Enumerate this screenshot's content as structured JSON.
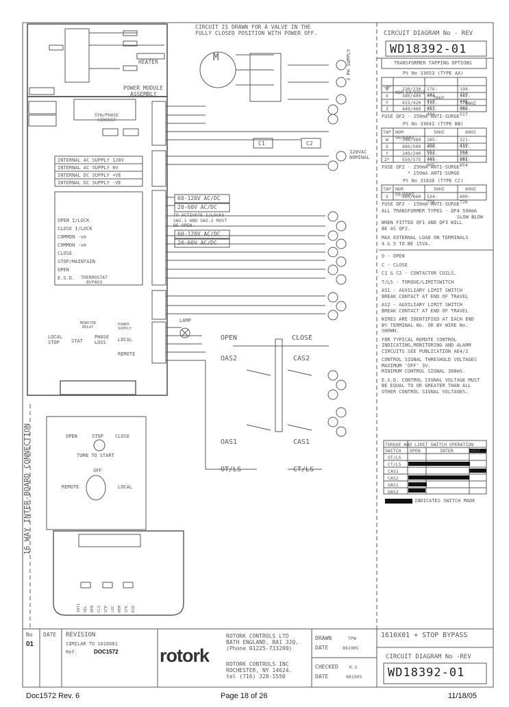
{
  "diagram": {
    "header_note": [
      "CIRCUIT IS DRAWN FOR A VALVE IN THE",
      "FULLY CLOSED POSITION WITH POWER OFF."
    ],
    "circuit_diagram_label": "CIRCUIT DIAGRAM No - REV",
    "diagram_number": "WD18392-01",
    "tapping_title": "TRANSFORMER TAPPING OPTIONS",
    "tables": [
      {
        "part": "Pt No 33653 (TYPE AA)",
        "headers": [
          "TAP",
          "NOM 50/60HZ",
          "50HZ",
          "60HZ"
        ],
        "rows": [
          [
            "W",
            "220/230",
            "176-242",
            "198-259"
          ],
          [
            "X",
            "380/400",
            "304-418",
            "342-446"
          ],
          [
            "Y",
            "415/420",
            "332-457",
            "374-487"
          ],
          [
            "Z",
            "440/460",
            "352-484",
            "396-517"
          ]
        ],
        "fuse": "FUSE QF2 - 250mA ANTI-SURGE"
      },
      {
        "part": "Pt No 33642 (TYPE BB)",
        "headers": [
          "TAP",
          "NOM 50/60HZ",
          "50HZ",
          "60HZ"
        ],
        "rows": [
          [
            "W",
            "346/380",
            "285-388",
            "321-419"
          ],
          [
            "X",
            "480/500",
            "406-552",
            "432-564"
          ],
          [
            "Y",
            "240/240",
            "192-261",
            "216-282"
          ],
          [
            "Z*",
            "550/575",
            "445-605",
            "501-654"
          ]
        ],
        "fuse": "FUSE QF2 - 250mA ANTI-SURGE",
        "fuse2": "* 150mA ANTI-SURGE"
      },
      {
        "part": "Pt No 31836 (TYPE CC)",
        "headers": [
          "TAP",
          "NOM 50/60HZ",
          "50HZ",
          "60HZ"
        ],
        "rows": [
          [
            "X",
            "660/660",
            "534-726",
            "600-726"
          ]
        ],
        "fuse": "FUSE QF2 - 150mA ANTI-SURGE"
      }
    ],
    "notes_top": [
      "ALL TRANSFORMER TYPES - QF4 500mA",
      "SLOW BLOW",
      "WHEN FITTED QF1 AND QF3 WILL",
      "BE AS QF2.",
      "MAX EXTERNAL LOAD ON TERMINALS",
      "4 & 5 TO BE 15VA."
    ],
    "legend_notes": [
      "O - OPEN",
      "C - CLOSE",
      "C1 & C2 - CONTACTOR COILS.",
      "T/LS - TORQUE/LIMITSWITCH",
      "AS1 - AUXILIARY LIMIT SWITCH",
      "BREAK CONTACT AT END OF TRAVEL",
      "AS2 - AUXILIARY LIMIT SWITCH",
      "BREAK CONTACT AT END OF TRAVEL",
      "WIRES ARE IDENTIFIED AT EACH END",
      "BY TERMINAL No. OR BY WIRE No.",
      "SHOWN.",
      "FOR TYPICAL REMOTE CONTROL",
      "INDICATING,MONITORING AND ALARM",
      "CIRCUITS SEE PUBLICATION AE4/2",
      "CONTROL SIGNAL THRESHOLD VOLTAGES",
      "MAXIMUM 'OFF' 3V.",
      "MINIMUM CONTROL SIGNAL 300mS.",
      "E.S.D. CONTROL SIGNAL VOLTAGE MUST",
      "BE EQUAL TO OR GREATER THAN ALL",
      "OTHER CONTROL SIGNAL VOLTAGES."
    ],
    "switch_table": {
      "title": "TORQUE AND LIMIT SWITCH OPERATION",
      "headers": [
        "SWITCH",
        "OPEN",
        "INTER",
        "SHUT"
      ],
      "rows": [
        "OT/LS",
        "CT/LS",
        "CAS1",
        "CAS2",
        "OAS1",
        "OAS2"
      ],
      "legend": "INDICATES SWITCH MADE"
    },
    "supply_labels": [
      "INTERNAL AC SUPPLY 120V",
      "INTERNAL AC SUPPLY 0V",
      "INTERNAL DC SUPPLY +VE",
      "INTERNAL DC SUPPLY -VE"
    ],
    "control_labels": [
      "OPEN I/LOCK",
      "CLOSE I/LOCK",
      "COMMON -ve",
      "COMMON -ve",
      "CLOSE",
      "STOP/MAINTAIN",
      "OPEN",
      "E.S.D."
    ],
    "thermostat": [
      "THERMOSTAT",
      "BYPASS"
    ],
    "voltage_boxes": [
      "60-120V AC/DC",
      "20-60V AC/DC",
      "60-120V AC/DC",
      "20-60V AC/DC"
    ],
    "activate_note": [
      "TO ACTIVATE I/LOCKS",
      "SW2.1 AND SW2.2 MUST",
      "BE OPEN."
    ],
    "nominal": [
      "120VAC",
      "NOMINAL"
    ],
    "supply_3ph": "3 PH SUPPLY",
    "heater": "HEATER",
    "power_module": [
      "POWER MODULE",
      "ASSEMBLY"
    ],
    "syn_phase": [
      "SYN/PHASE",
      "CIRCUIT"
    ],
    "monitor_relay": [
      "MONITOR",
      "RELAY"
    ],
    "power_supply": [
      "POWER",
      "SUPPLY"
    ],
    "local_stop": [
      "LOCAL",
      "STOP"
    ],
    "stat": "STAT",
    "phase_loss": [
      "PHASE",
      "LOSS"
    ],
    "local": "LOCAL",
    "remote": "REMOTE",
    "lamp": "LAMP",
    "open": "OPEN",
    "close": "CLOSE",
    "oas1": "OAS1",
    "oas2": "OAS2",
    "cas1": "CAS1",
    "cas2": "CAS2",
    "otls": "OT/LS",
    "ctls": "CT/LS",
    "c1": "C1",
    "c2": "C2",
    "interboard": "16 WAY INTER-BOARD CONNECTION",
    "selector": {
      "open": "OPEN",
      "stop": "STOP",
      "close": "CLOSE",
      "turn": "TURN TO START",
      "off": "OFF",
      "remote": "REMOTE",
      "local": "LOCAL"
    },
    "bottom_labels": [
      "INT1",
      "SEL",
      "OPN",
      "CLS",
      "STP",
      "LOC",
      "REM",
      "STK",
      "ESD"
    ],
    "motor": "M"
  },
  "title_block": {
    "no_label": "No",
    "date_label": "DATE",
    "revision_label": "REVISION",
    "no": "01",
    "revision": "SIMILAR TO 1610X01",
    "ref_label": "Ref.",
    "ref": "DOC1572",
    "company_uk": [
      "ROTORK CONTROLS LTD",
      "BATH ENGLAND, BA1 3JQ.",
      "(Phone 01225-733200)"
    ],
    "company_us": [
      "ROTORK CONTROLS INC",
      "ROCHESTER, NY 14624.",
      "tel (716) 328-1550"
    ],
    "logo": "rotork",
    "drawn_label": "DRAWN",
    "drawn": "TPW",
    "drawn_date_label": "DATE",
    "drawn_date": "081905",
    "checked_label": "CHECKED",
    "checked": "K.S",
    "checked_date_label": "DATE",
    "checked_date": "081905",
    "title": "1610X01 + STOP BYPASS",
    "circuit_label": "CIRCUIT DIAGRAM No -REV",
    "number": "WD18392-01"
  },
  "footer": {
    "doc": "Doc1572 Rev. 6",
    "page": "Page 18 of 26",
    "date": "11/18/05"
  }
}
